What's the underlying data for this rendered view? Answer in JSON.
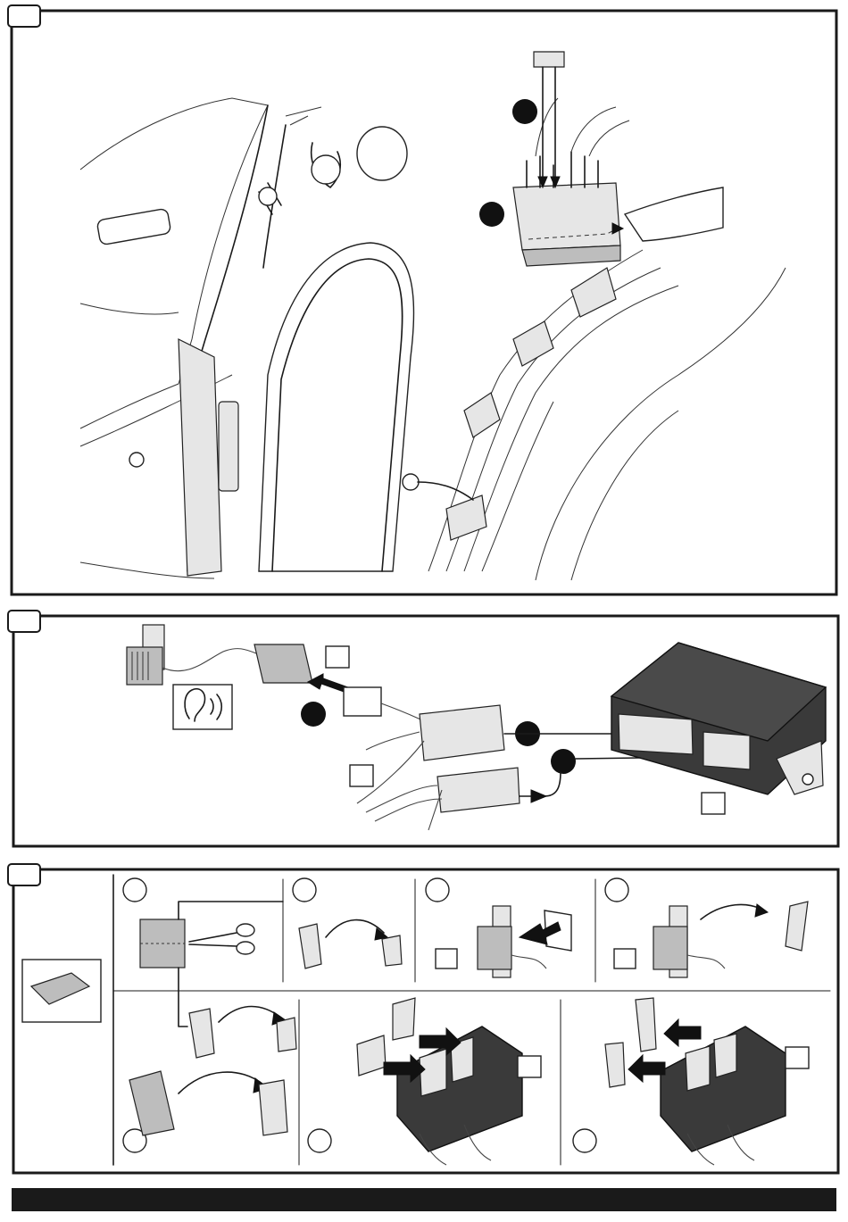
{
  "colors": {
    "ink": "#1a1a1a",
    "bar": "#1a1a1a",
    "module": "#3a3a3a"
  },
  "panels": [
    {
      "name": "panel-1",
      "label": ""
    },
    {
      "name": "panel-2",
      "label": ""
    },
    {
      "name": "panel-3",
      "label": ""
    }
  ],
  "footer_bar": {
    "text": ""
  }
}
